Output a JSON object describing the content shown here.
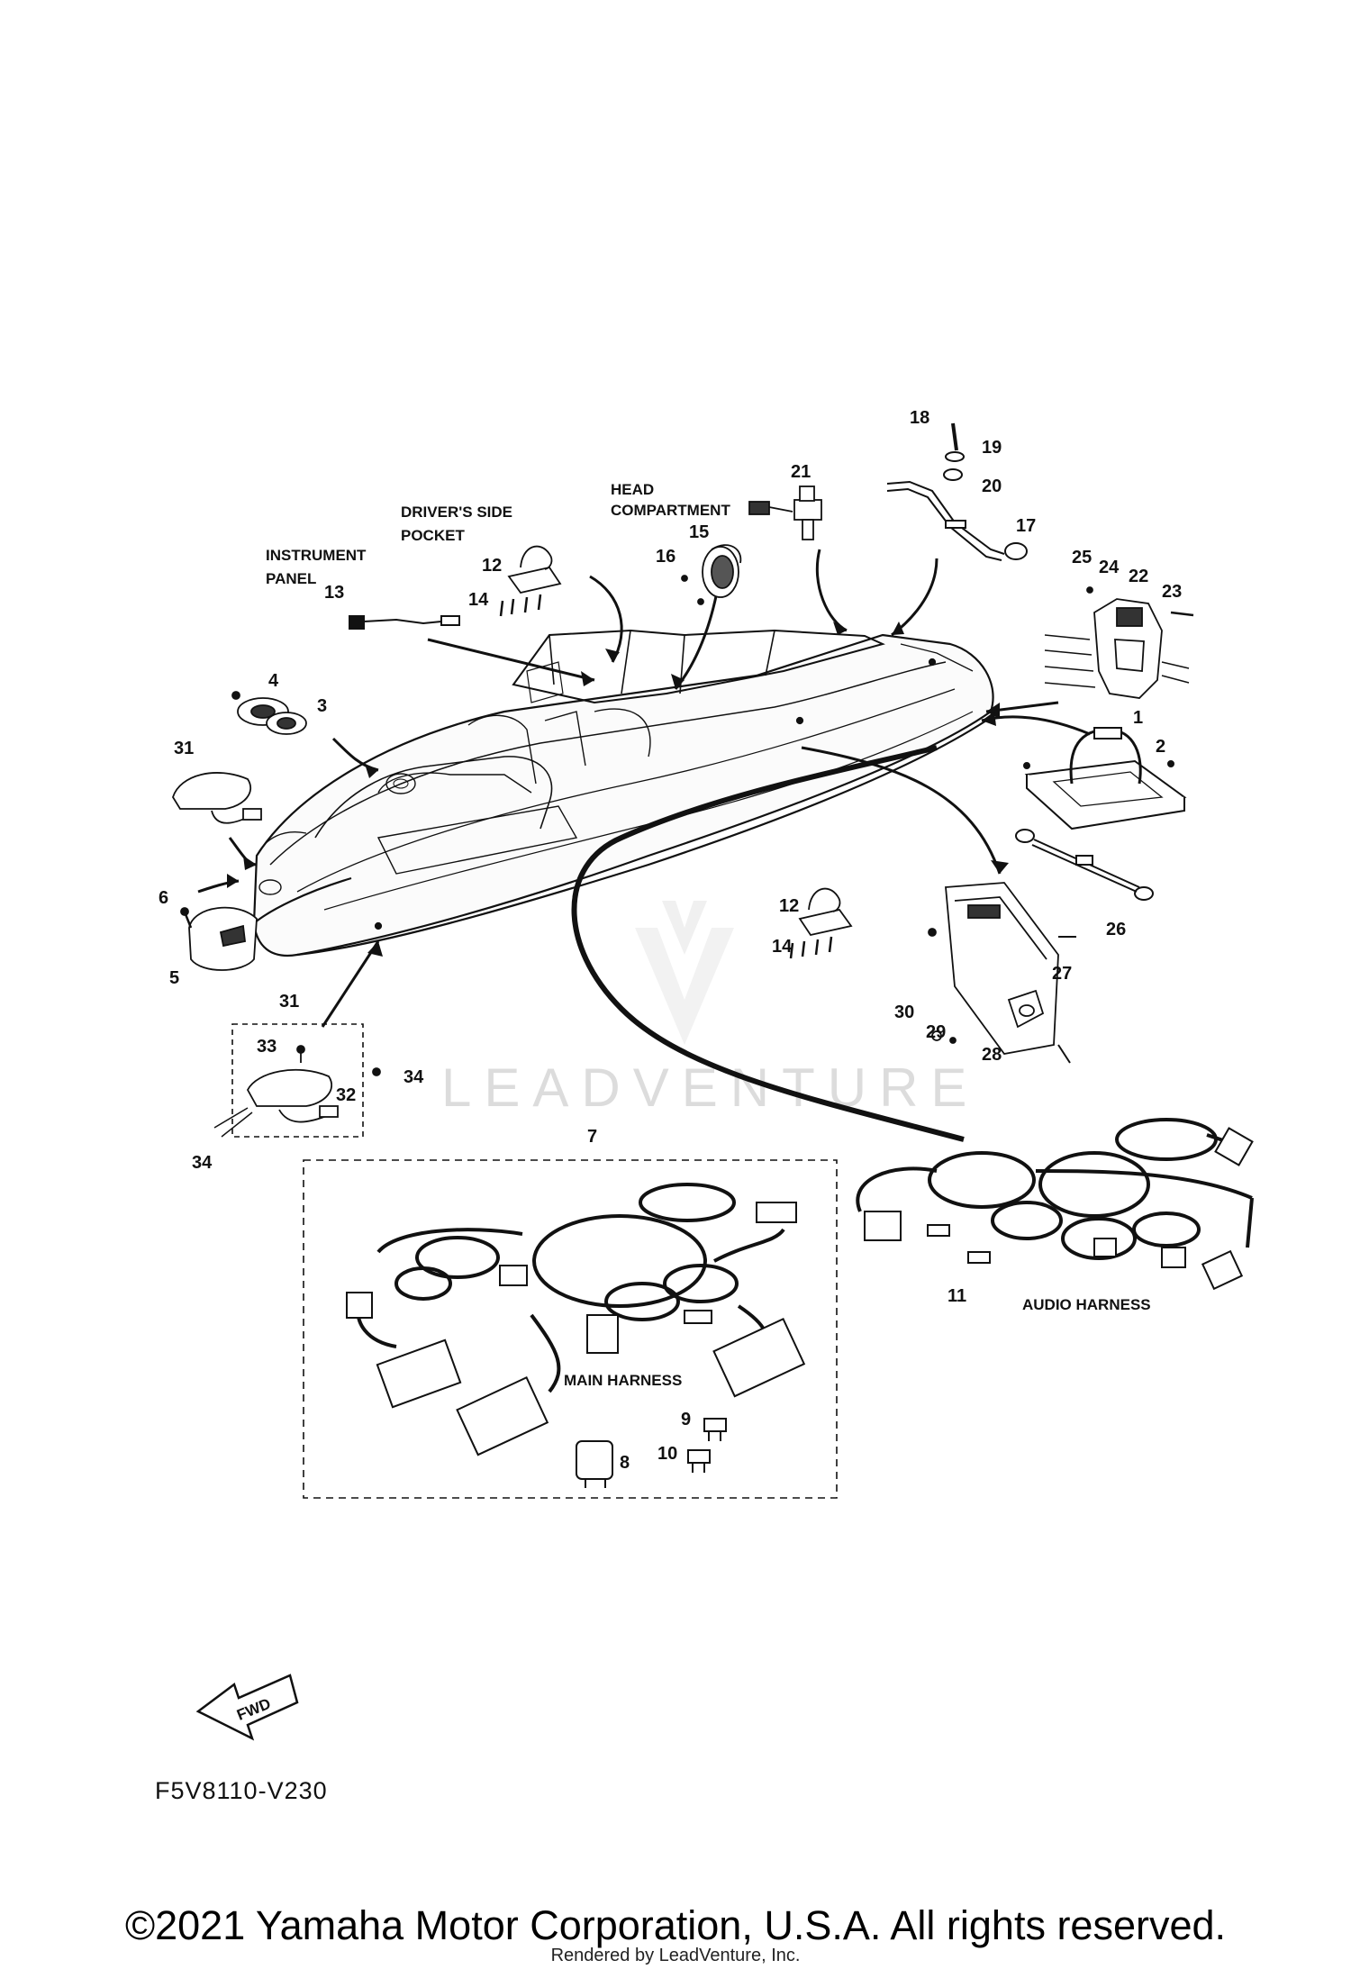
{
  "labels": {
    "driver_pocket": [
      "DRIVER'S SIDE",
      "POCKET"
    ],
    "head_compartment": [
      "HEAD",
      "COMPARTMENT"
    ],
    "instrument_panel": [
      "INSTRUMENT",
      "PANEL"
    ],
    "audio_harness": "AUDIO HARNESS",
    "main_harness": "MAIN HARNESS"
  },
  "callouts": {
    "c1": "1",
    "c2": "2",
    "c3": "3",
    "c4": "4",
    "c5": "5",
    "c6": "6",
    "c7": "7",
    "c8": "8",
    "c9": "9",
    "c10": "10",
    "c11": "11",
    "c12a": "12",
    "c12b": "12",
    "c13": "13",
    "c14a": "14",
    "c14b": "14",
    "c15": "15",
    "c16": "16",
    "c17": "17",
    "c18": "18",
    "c19": "19",
    "c20": "20",
    "c21": "21",
    "c22": "22",
    "c23": "23",
    "c24": "24",
    "c25": "25",
    "c26": "26",
    "c27": "27",
    "c28": "28",
    "c29": "29",
    "c30": "30",
    "c31a": "31",
    "c31b": "31",
    "c32": "32",
    "c33": "33",
    "c34a": "34",
    "c34b": "34"
  },
  "fwd": "FWD",
  "diagram_code": "F5V8110-V230",
  "watermark": "LEADVENTURE",
  "copyright": "©2021 Yamaha Motor Corporation, U.S.A. All rights reserved.",
  "rendered_by": "Rendered by LeadVenture, Inc."
}
